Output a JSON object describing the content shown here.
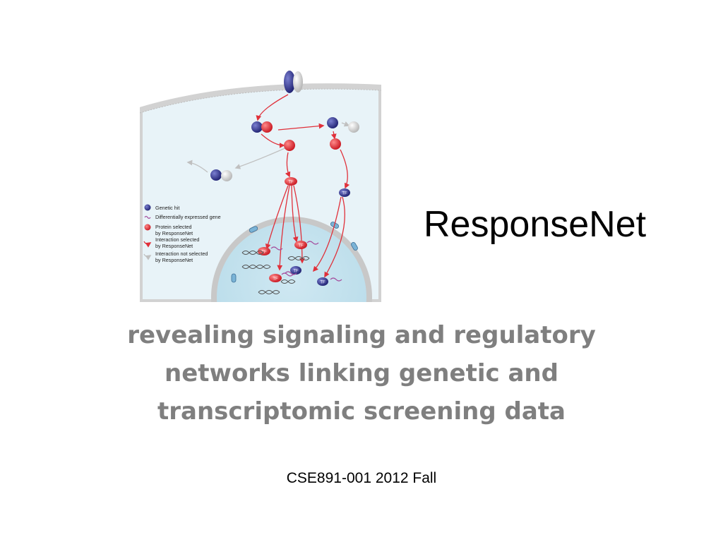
{
  "slide": {
    "title": "ResponseNet",
    "subtitle_lines": [
      "revealing signaling and regulatory",
      "networks linking genetic and",
      "transcriptomic screening data"
    ],
    "course": "CSE891-001 2012 Fall"
  },
  "figure": {
    "legend": [
      {
        "icon": "blue-sphere",
        "lines": [
          "Genetic hit"
        ]
      },
      {
        "icon": "purple-squiggle",
        "lines": [
          "Differentially expressed gene"
        ]
      },
      {
        "icon": "red-sphere",
        "lines": [
          "Protein selected",
          "by ResponseNet"
        ]
      },
      {
        "icon": "red-arrow",
        "lines": [
          "Interaction selected",
          "by ResponseNet"
        ]
      },
      {
        "icon": "gray-arrow",
        "lines": [
          "Interaction not selected",
          "by ResponseNet"
        ]
      }
    ],
    "tf_label": "TF",
    "colors": {
      "genetic_hit": "#2b2d7e",
      "protein_selected": "#d9232e",
      "interaction_selected": "#e0303a",
      "interaction_not_selected": "#c0c0c0",
      "cell_fill": "#e6f2f8",
      "membrane": "#cfcfcf",
      "gene": "#a44b9c"
    }
  }
}
